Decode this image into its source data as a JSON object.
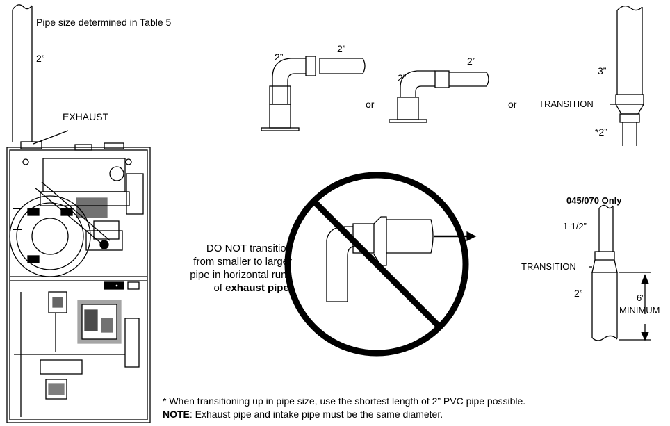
{
  "labels": {
    "pipe_size_note": "Pipe size determined in Table 5",
    "vertical_pipe_size": "2”",
    "exhaust": "EXHAUST",
    "elbow1_left": "2”",
    "elbow1_right": "2”",
    "or1": "or",
    "elbow2_left": "2”",
    "elbow2_right": "2”",
    "or2": "or",
    "transition_top_size": "3”",
    "transition_label": "TRANSITION",
    "transition_bottom_size": "*2”",
    "model_only": "045/070 Only",
    "transition2_top_size": "1-1/2”",
    "transition2_label": "TRANSITION",
    "transition2_bottom_size": "2”",
    "minimum_size": "6”",
    "minimum_label": "MINIMUM"
  },
  "warning": {
    "line1": "DO NOT transition",
    "line2": "from smaller to larger",
    "line3": "pipe in horizontal runs",
    "line4_prefix": "of ",
    "line4_bold": "exhaust pipe",
    "line4_suffix": "."
  },
  "footnote": {
    "asterisk_note": "* When transitioning up in pipe size, use the shortest length of 2” PVC pipe possible.",
    "note_label": "NOTE",
    "note_text": ": Exhaust pipe and intake pipe must be the same diameter."
  }
}
